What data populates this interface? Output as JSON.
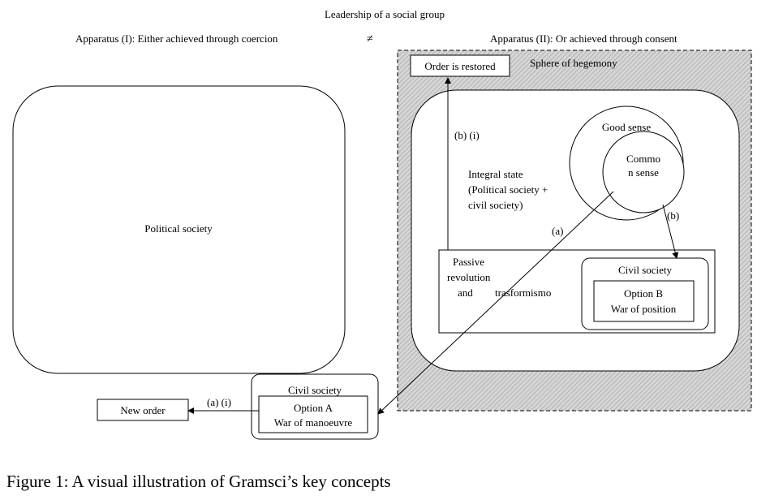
{
  "title": "Leadership of a social group",
  "apparatus_1": "Apparatus (I): Either achieved through coercion",
  "not_equal": "≠",
  "apparatus_2": "Apparatus (II): Or achieved through consent",
  "order_restored": "Order is restored",
  "sphere_of_hegemony": "Sphere of hegemony",
  "political_society": "Political society",
  "good_sense": "Good sense",
  "common_sense": [
    "Commo",
    "n sense"
  ],
  "integral_state": [
    "Integral state",
    "(Political society +",
    "civil society)"
  ],
  "arrow_labels": {
    "b_i": "(b) (i)",
    "a": "(a)",
    "b": "(b)",
    "a_i": "(a) (i)"
  },
  "passive_revolution": [
    "Passive",
    "revolution",
    "and",
    "trasformismo"
  ],
  "civil_society_right": "Civil society",
  "option_b": [
    "Option B",
    "War of position"
  ],
  "civil_society_left": "Civil society",
  "option_a": [
    "Option A",
    "War of manoeuvre"
  ],
  "new_order": "New order",
  "caption": "Figure 1: A visual illustration of Gramsci’s key concepts"
}
